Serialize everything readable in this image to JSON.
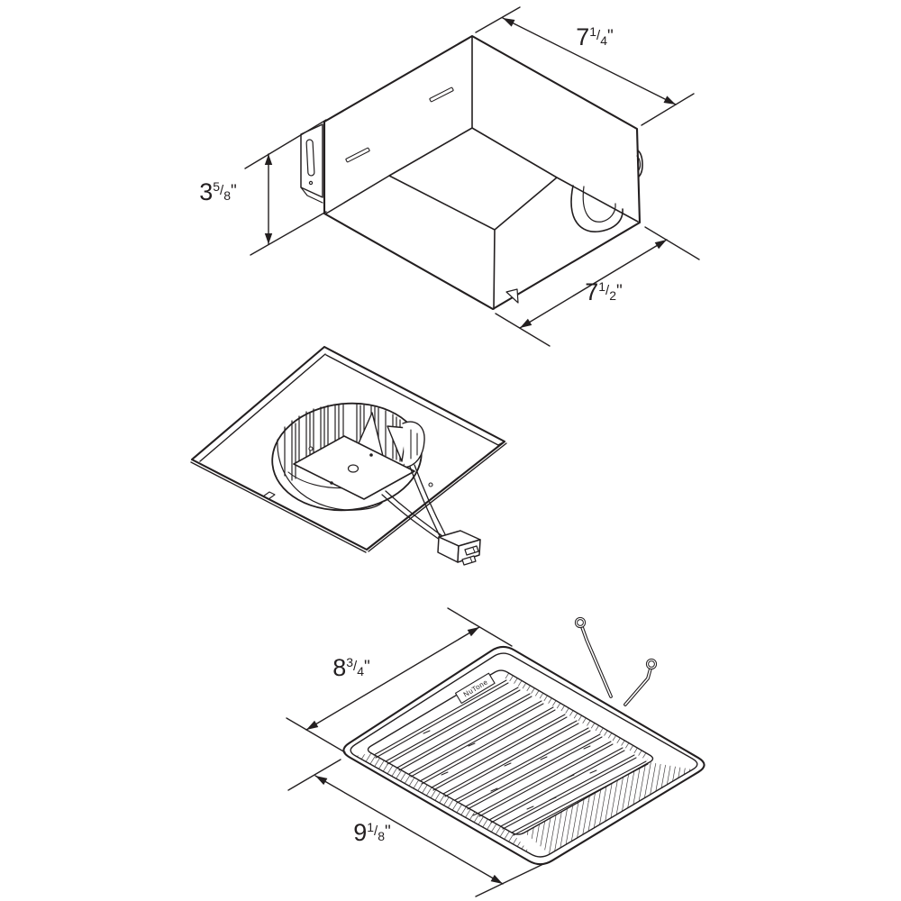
{
  "colors": {
    "background": "#ffffff",
    "line": "#231f20"
  },
  "fraction_divider": "/",
  "housing": {
    "dim_width": {
      "whole": "7",
      "num": "1",
      "den": "4",
      "unit": "\""
    },
    "dim_height": {
      "whole": "3",
      "num": "5",
      "den": "8",
      "unit": "\""
    },
    "dim_depth": {
      "whole": "7",
      "num": "1",
      "den": "2",
      "unit": "\""
    }
  },
  "grille": {
    "brand_label": "NuTone",
    "dim_width": {
      "whole": "8",
      "num": "3",
      "den": "4",
      "unit": "\""
    },
    "dim_length": {
      "whole": "9",
      "num": "1",
      "den": "8",
      "unit": "\""
    }
  }
}
